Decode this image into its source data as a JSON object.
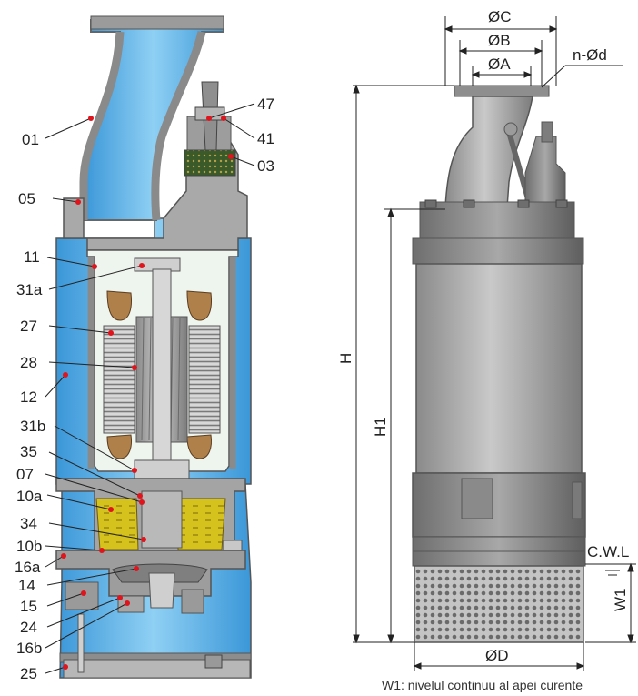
{
  "callouts": {
    "c01": "01",
    "c05": "05",
    "c11": "11",
    "c31a": "31a",
    "c27": "27",
    "c28": "28",
    "c12": "12",
    "c31b": "31b",
    "c35": "35",
    "c07": "07",
    "c10a": "10a",
    "c34": "34",
    "c10b": "10b",
    "c16a": "16a",
    "c14": "14",
    "c15": "15",
    "c24": "24",
    "c16b": "16b",
    "c25": "25",
    "c47": "47",
    "c41": "41",
    "c03": "03"
  },
  "dimensions": {
    "oc": "ØC",
    "ob": "ØB",
    "oa": "ØA",
    "nd": "n-Ød",
    "h": "H",
    "h1": "H1",
    "cwl": "C.W.L",
    "w1": "W1",
    "od": "ØD"
  },
  "caption": "W1: nivelul continuu al apei curente",
  "colors": {
    "water_blue": "#5fb3e8",
    "housing_gray": "#9a9a9a",
    "oil_yellow": "#d9c21f",
    "winding_gray": "#b5b5b5",
    "callout_dot": "#e0141c"
  }
}
